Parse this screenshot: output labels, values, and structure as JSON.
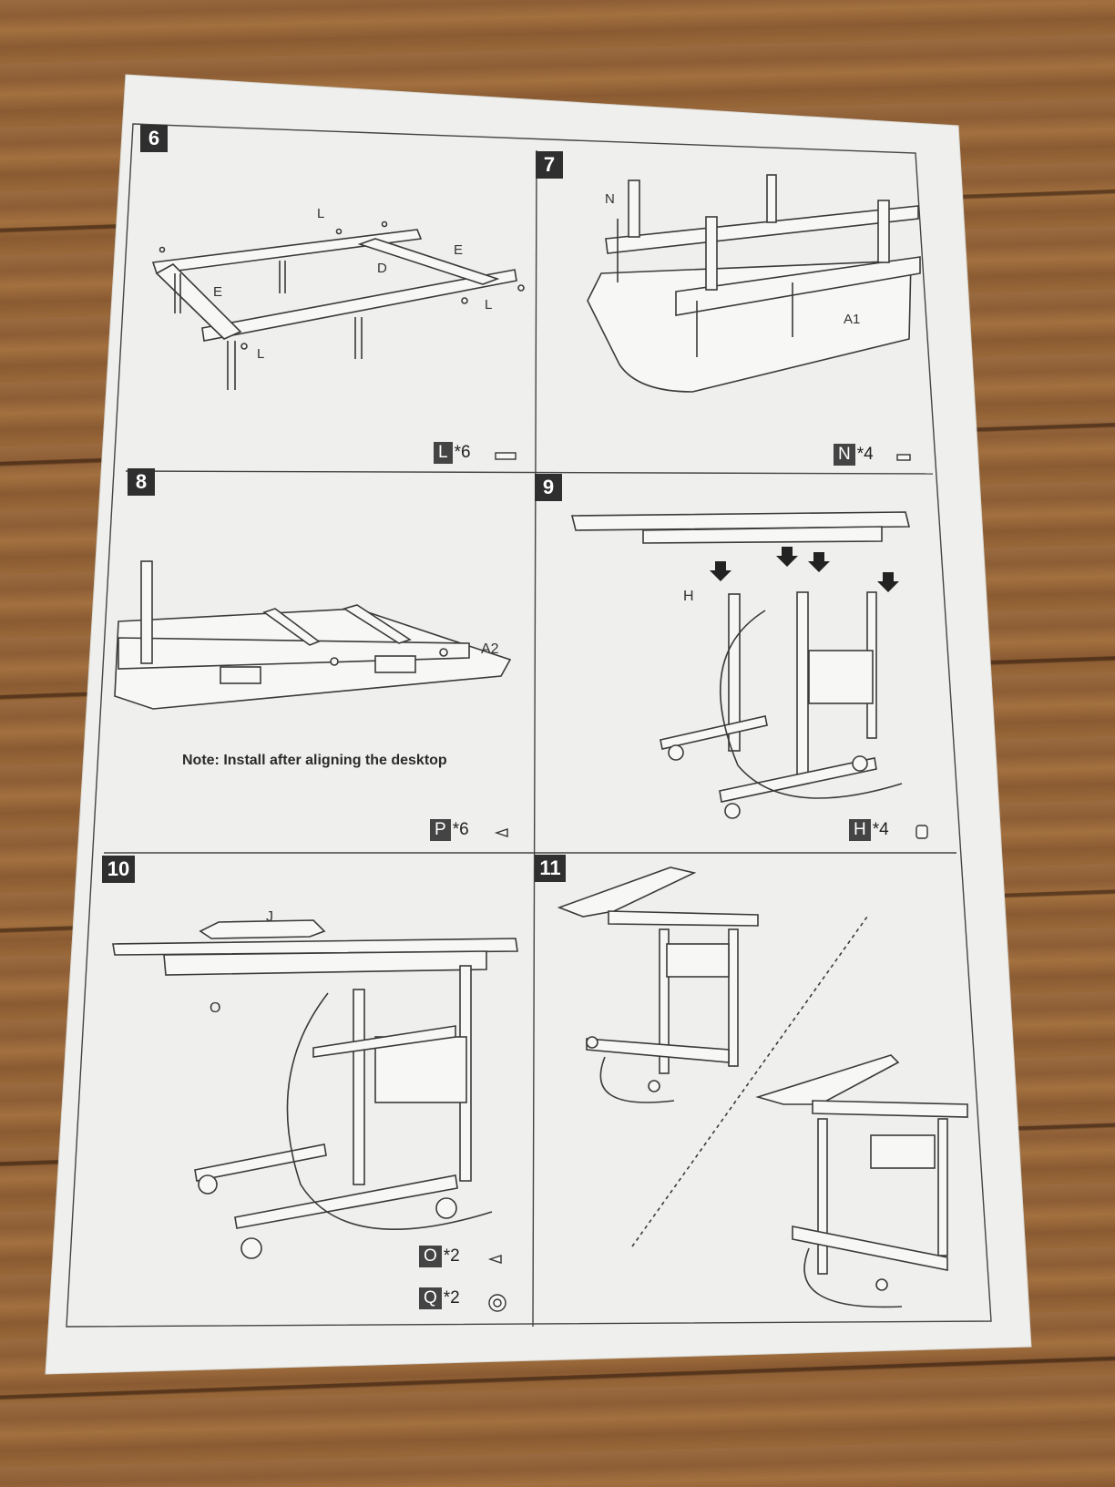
{
  "panels": {
    "p6": {
      "number": "6",
      "labels": {
        "L1": "L",
        "L2": "L",
        "L3": "L",
        "D": "D",
        "E1": "E",
        "E2": "E"
      },
      "part": {
        "letter": "L",
        "qty": "*6"
      }
    },
    "p7": {
      "number": "7",
      "labels": {
        "N": "N",
        "A1": "A1"
      },
      "part": {
        "letter": "N",
        "qty": "*4"
      }
    },
    "p8": {
      "number": "8",
      "labels": {
        "A2": "A2"
      },
      "note": "Note: Install after aligning the desktop",
      "part": {
        "letter": "P",
        "qty": "*6"
      }
    },
    "p9": {
      "number": "9",
      "labels": {
        "H": "H"
      },
      "part": {
        "letter": "H",
        "qty": "*4"
      }
    },
    "p10": {
      "number": "10",
      "labels": {
        "J": "J",
        "O": "O"
      },
      "parts": [
        {
          "letter": "O",
          "qty": "*2"
        },
        {
          "letter": "Q",
          "qty": "*2"
        }
      ]
    },
    "p11": {
      "number": "11"
    }
  },
  "colors": {
    "paper": "#efefed",
    "ink": "#3a3a3a",
    "floor": "#8d5d35"
  }
}
